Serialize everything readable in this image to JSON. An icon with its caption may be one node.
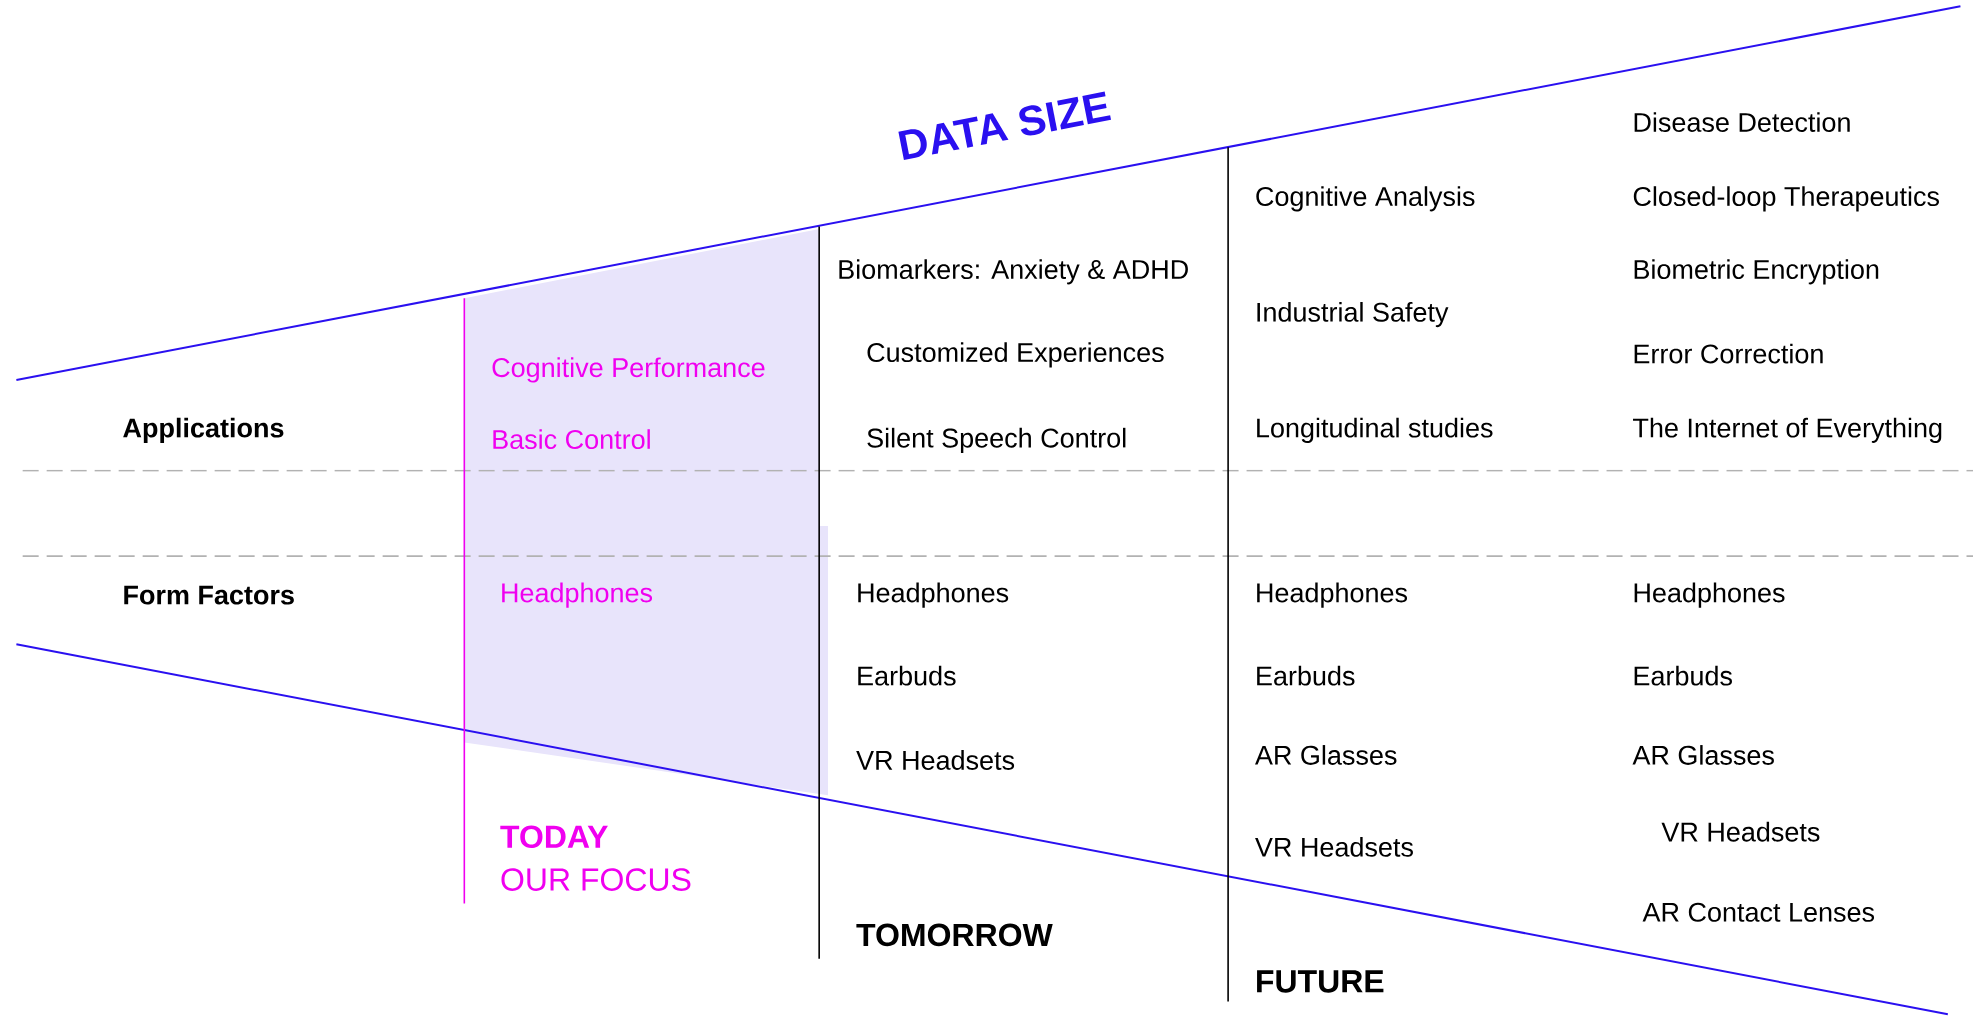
{
  "diagram": {
    "title": "DATA SIZE",
    "nodes": [
      {
        "text": [
          "Cognitive Performance",
          "Basic Control",
          "Headphones"
        ]
      }
    ],
    "labels": [
      "Applications",
      "Form Factors",
      "TODAY",
      "OUR FOCUS",
      "Biomarkers: Anxiety & ADHD",
      "Customized Experiences",
      "Silent Speech Control",
      "Headphones",
      "Earbuds",
      "VR Headsets",
      "TOMORROW",
      "Cognitive Analysis",
      "Industrial Safety",
      "Longitudinal studies",
      "Headphones",
      "Earbuds",
      "AR Glasses",
      "VR Headsets",
      "FUTURE",
      "Disease Detection",
      "Closed-loop Therapeutics",
      "Biometric Encryption",
      "Error Correction",
      "The Internet of Everything",
      "Headphones",
      "Earbuds",
      "AR Glasses",
      "VR Headsets",
      "AR Contact Lenses"
    ]
  }
}
